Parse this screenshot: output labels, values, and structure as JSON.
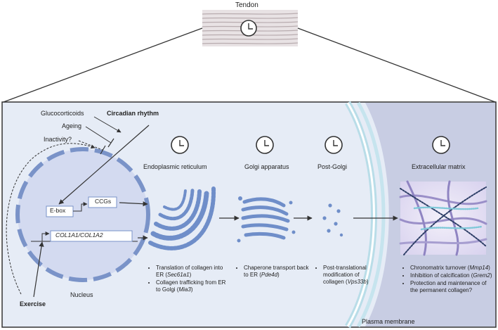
{
  "header": {
    "title": "Tendon"
  },
  "regulators": {
    "glucocorticoids": "Glucocorticoids",
    "circadian_rhythm": "Circadian rhythm",
    "ageing": "Ageing",
    "inactivity": "Inactivity?",
    "exercise": "Exercise"
  },
  "nucleus": {
    "label": "Nucleus",
    "ebox": "E-box",
    "ccgs": "CCGs",
    "collagen_genes": "COL1A1/COL1A2"
  },
  "stages": [
    {
      "title": "Endoplasmic reticulum",
      "bullets": [
        {
          "pre": "Translation of collagen into ER (",
          "gene": "Sec61a1",
          "post": ")"
        },
        {
          "pre": "Collagen trafficking from ER to Golgi (",
          "gene": "Mia3",
          "post": ")"
        }
      ]
    },
    {
      "title": "Golgi apparatus",
      "bullets": [
        {
          "pre": "Chaperone transport back to ER (",
          "gene": "Pde4d",
          "post": ")"
        }
      ]
    },
    {
      "title": "Post-Golgi",
      "bullets": [
        {
          "pre": "Post-translational modification of collagen (",
          "gene": "Vps33b",
          "post": ")"
        }
      ]
    },
    {
      "title": "Extracellular matrix",
      "bullets": [
        {
          "pre": "Chronomatrix turnover (",
          "gene": "Mmp14",
          "post": ")"
        },
        {
          "pre": "Inhibition of calcification (",
          "gene": "Grem2",
          "post": ")"
        },
        {
          "pre": "Protection and maintenance of the permanent collagen?",
          "gene": "",
          "post": ""
        }
      ]
    }
  ],
  "membrane": {
    "label": "Plasma membrane"
  },
  "colors": {
    "panel_bg": "#e6ecf6",
    "ecm_bg": "#c8cde3",
    "nucleus_fill": "#d3daf0",
    "nucleus_dash": "#7a93c8",
    "organelle": "#6f8ec9",
    "membrane": "#b9dde8"
  }
}
